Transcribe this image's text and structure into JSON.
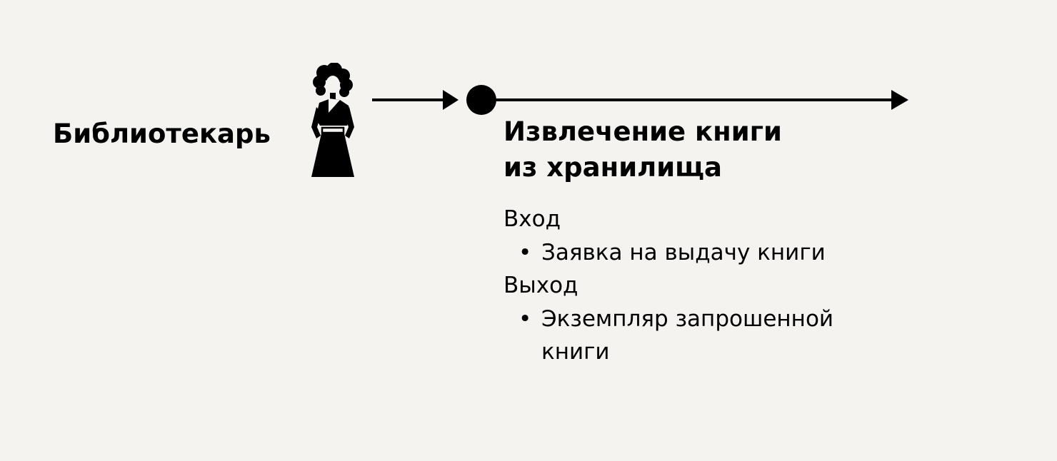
{
  "actor": {
    "label": "Библиотекарь",
    "icon": "woman-figure-icon"
  },
  "step": {
    "title_line1": "Извлечение книги",
    "title_line2": "из хранилища"
  },
  "inputs": {
    "label": "Вход",
    "items": [
      "Заявка на выдачу книги"
    ]
  },
  "outputs": {
    "label": "Выход",
    "items": [
      "Экземпляр запрошенной книги"
    ]
  },
  "bullet": "•",
  "colors": {
    "background": "#f4f3f0",
    "ink": "#000000"
  }
}
